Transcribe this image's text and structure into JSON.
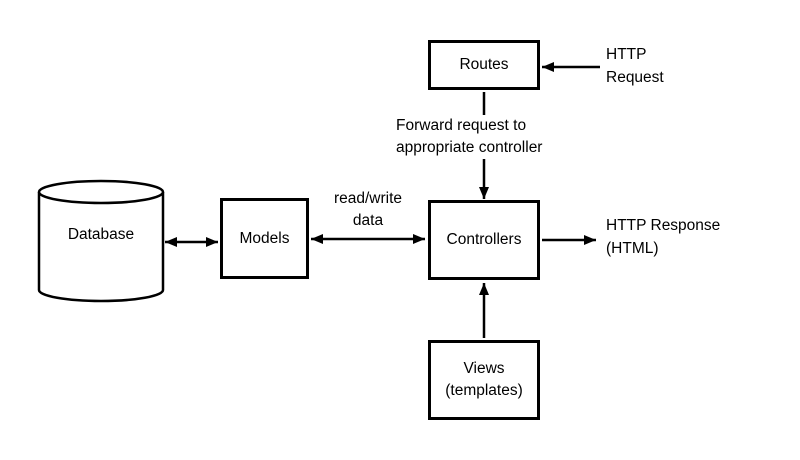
{
  "diagram": {
    "background": "#ffffff",
    "stroke_color": "#000000",
    "nodes": {
      "database": {
        "shape": "cylinder",
        "label": "Database"
      },
      "models": {
        "shape": "rect",
        "label": "Models"
      },
      "routes": {
        "shape": "rect",
        "label": "Routes"
      },
      "controllers": {
        "shape": "rect",
        "label": "Controllers"
      },
      "views": {
        "shape": "rect",
        "label_lines": [
          "Views",
          "(templates)"
        ]
      }
    },
    "edge_labels": {
      "http_request": {
        "lines": [
          "HTTP",
          "Request"
        ]
      },
      "forward_request": {
        "lines": [
          "Forward request to",
          "appropriate controller"
        ]
      },
      "read_write": {
        "lines": [
          "read/write",
          "data"
        ]
      },
      "http_response": {
        "lines": [
          "HTTP Response",
          "(HTML)"
        ]
      }
    }
  }
}
